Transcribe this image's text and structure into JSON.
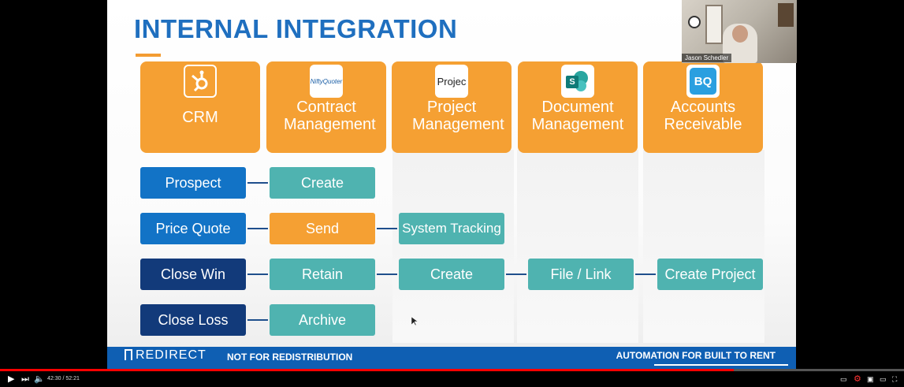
{
  "slide": {
    "title": "INTERNAL INTEGRATION",
    "cards": [
      {
        "label": "CRM",
        "logo_icon": "hubspot-icon"
      },
      {
        "label": "Contract Management",
        "logo_text": "NiftyQuoter",
        "logo_icon": "niftyquoter-icon"
      },
      {
        "label": "Project Management",
        "logo_text": "Projec",
        "logo_icon": "teamwork-projects-icon"
      },
      {
        "label": "Document Management",
        "logo_text": "S",
        "logo_icon": "sharepoint-icon"
      },
      {
        "label": "Accounts Receivable",
        "logo_text": "BQ",
        "logo_icon": "bq-icon"
      }
    ],
    "rows": [
      {
        "stage": "Prospect",
        "steps": [
          "Create"
        ]
      },
      {
        "stage": "Price Quote",
        "steps": [
          "Send",
          "System Tracking"
        ]
      },
      {
        "stage": "Close Win",
        "steps": [
          "Retain",
          "Create",
          "File / Link",
          "Create Project"
        ]
      },
      {
        "stage": "Close Loss",
        "steps": [
          "Archive"
        ]
      }
    ],
    "footer": {
      "brand": "REDIRECT",
      "notice": "NOT FOR REDISTRIBUTION",
      "tagline": "AUTOMATION FOR BUILT TO RENT"
    }
  },
  "webcam": {
    "name": "Jason Schedler"
  },
  "player": {
    "current_time": "42:30",
    "duration": "52:21",
    "progress": 0.812,
    "colors": {
      "progress": "#ff0000"
    }
  },
  "colors": {
    "title": "#1f6fbf",
    "card": "#f5a033",
    "stage_blue": "#1273c6",
    "stage_navy": "#123a7a",
    "step_teal": "#4fb3b0",
    "footer": "#0f5fb3"
  }
}
